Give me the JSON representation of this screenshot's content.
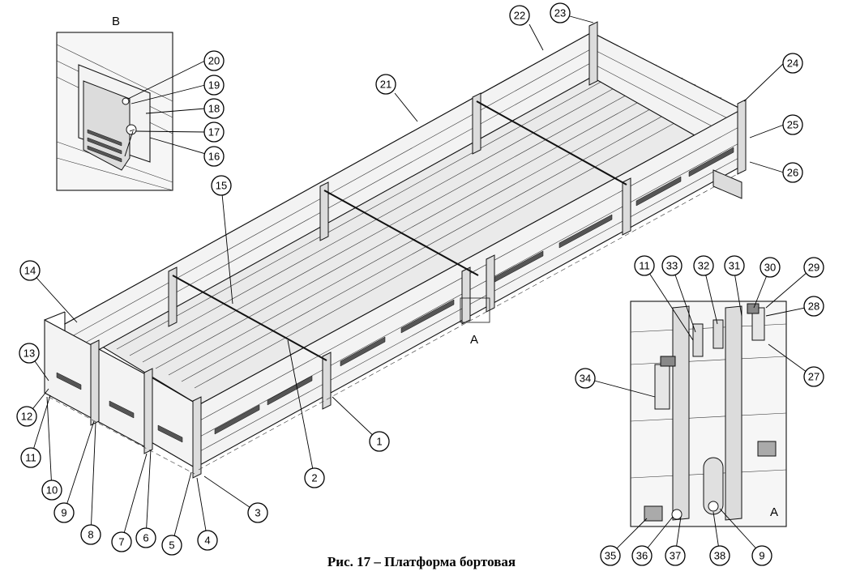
{
  "caption": "Рис. 17 – Платформа бортовая",
  "corner_mark": "",
  "watermark": "",
  "detail_views": {
    "b": {
      "label": "В"
    },
    "a": {
      "label": "A"
    }
  },
  "section_label": "A",
  "callouts": [
    {
      "num": "1"
    },
    {
      "num": "2"
    },
    {
      "num": "3"
    },
    {
      "num": "4"
    },
    {
      "num": "5"
    },
    {
      "num": "6"
    },
    {
      "num": "7"
    },
    {
      "num": "8"
    },
    {
      "num": "9"
    },
    {
      "num": "10"
    },
    {
      "num": "11"
    },
    {
      "num": "12"
    },
    {
      "num": "13"
    },
    {
      "num": "14"
    },
    {
      "num": "15"
    },
    {
      "num": "16"
    },
    {
      "num": "17"
    },
    {
      "num": "18"
    },
    {
      "num": "19"
    },
    {
      "num": "20"
    },
    {
      "num": "21"
    },
    {
      "num": "22"
    },
    {
      "num": "23"
    },
    {
      "num": "24"
    },
    {
      "num": "25"
    },
    {
      "num": "26"
    },
    {
      "num": "27"
    },
    {
      "num": "28"
    },
    {
      "num": "29"
    },
    {
      "num": "30"
    },
    {
      "num": "31"
    },
    {
      "num": "32"
    },
    {
      "num": "33"
    },
    {
      "num": "11"
    },
    {
      "num": "34"
    },
    {
      "num": "35"
    },
    {
      "num": "36"
    },
    {
      "num": "37"
    },
    {
      "num": "38"
    },
    {
      "num": "9"
    }
  ]
}
